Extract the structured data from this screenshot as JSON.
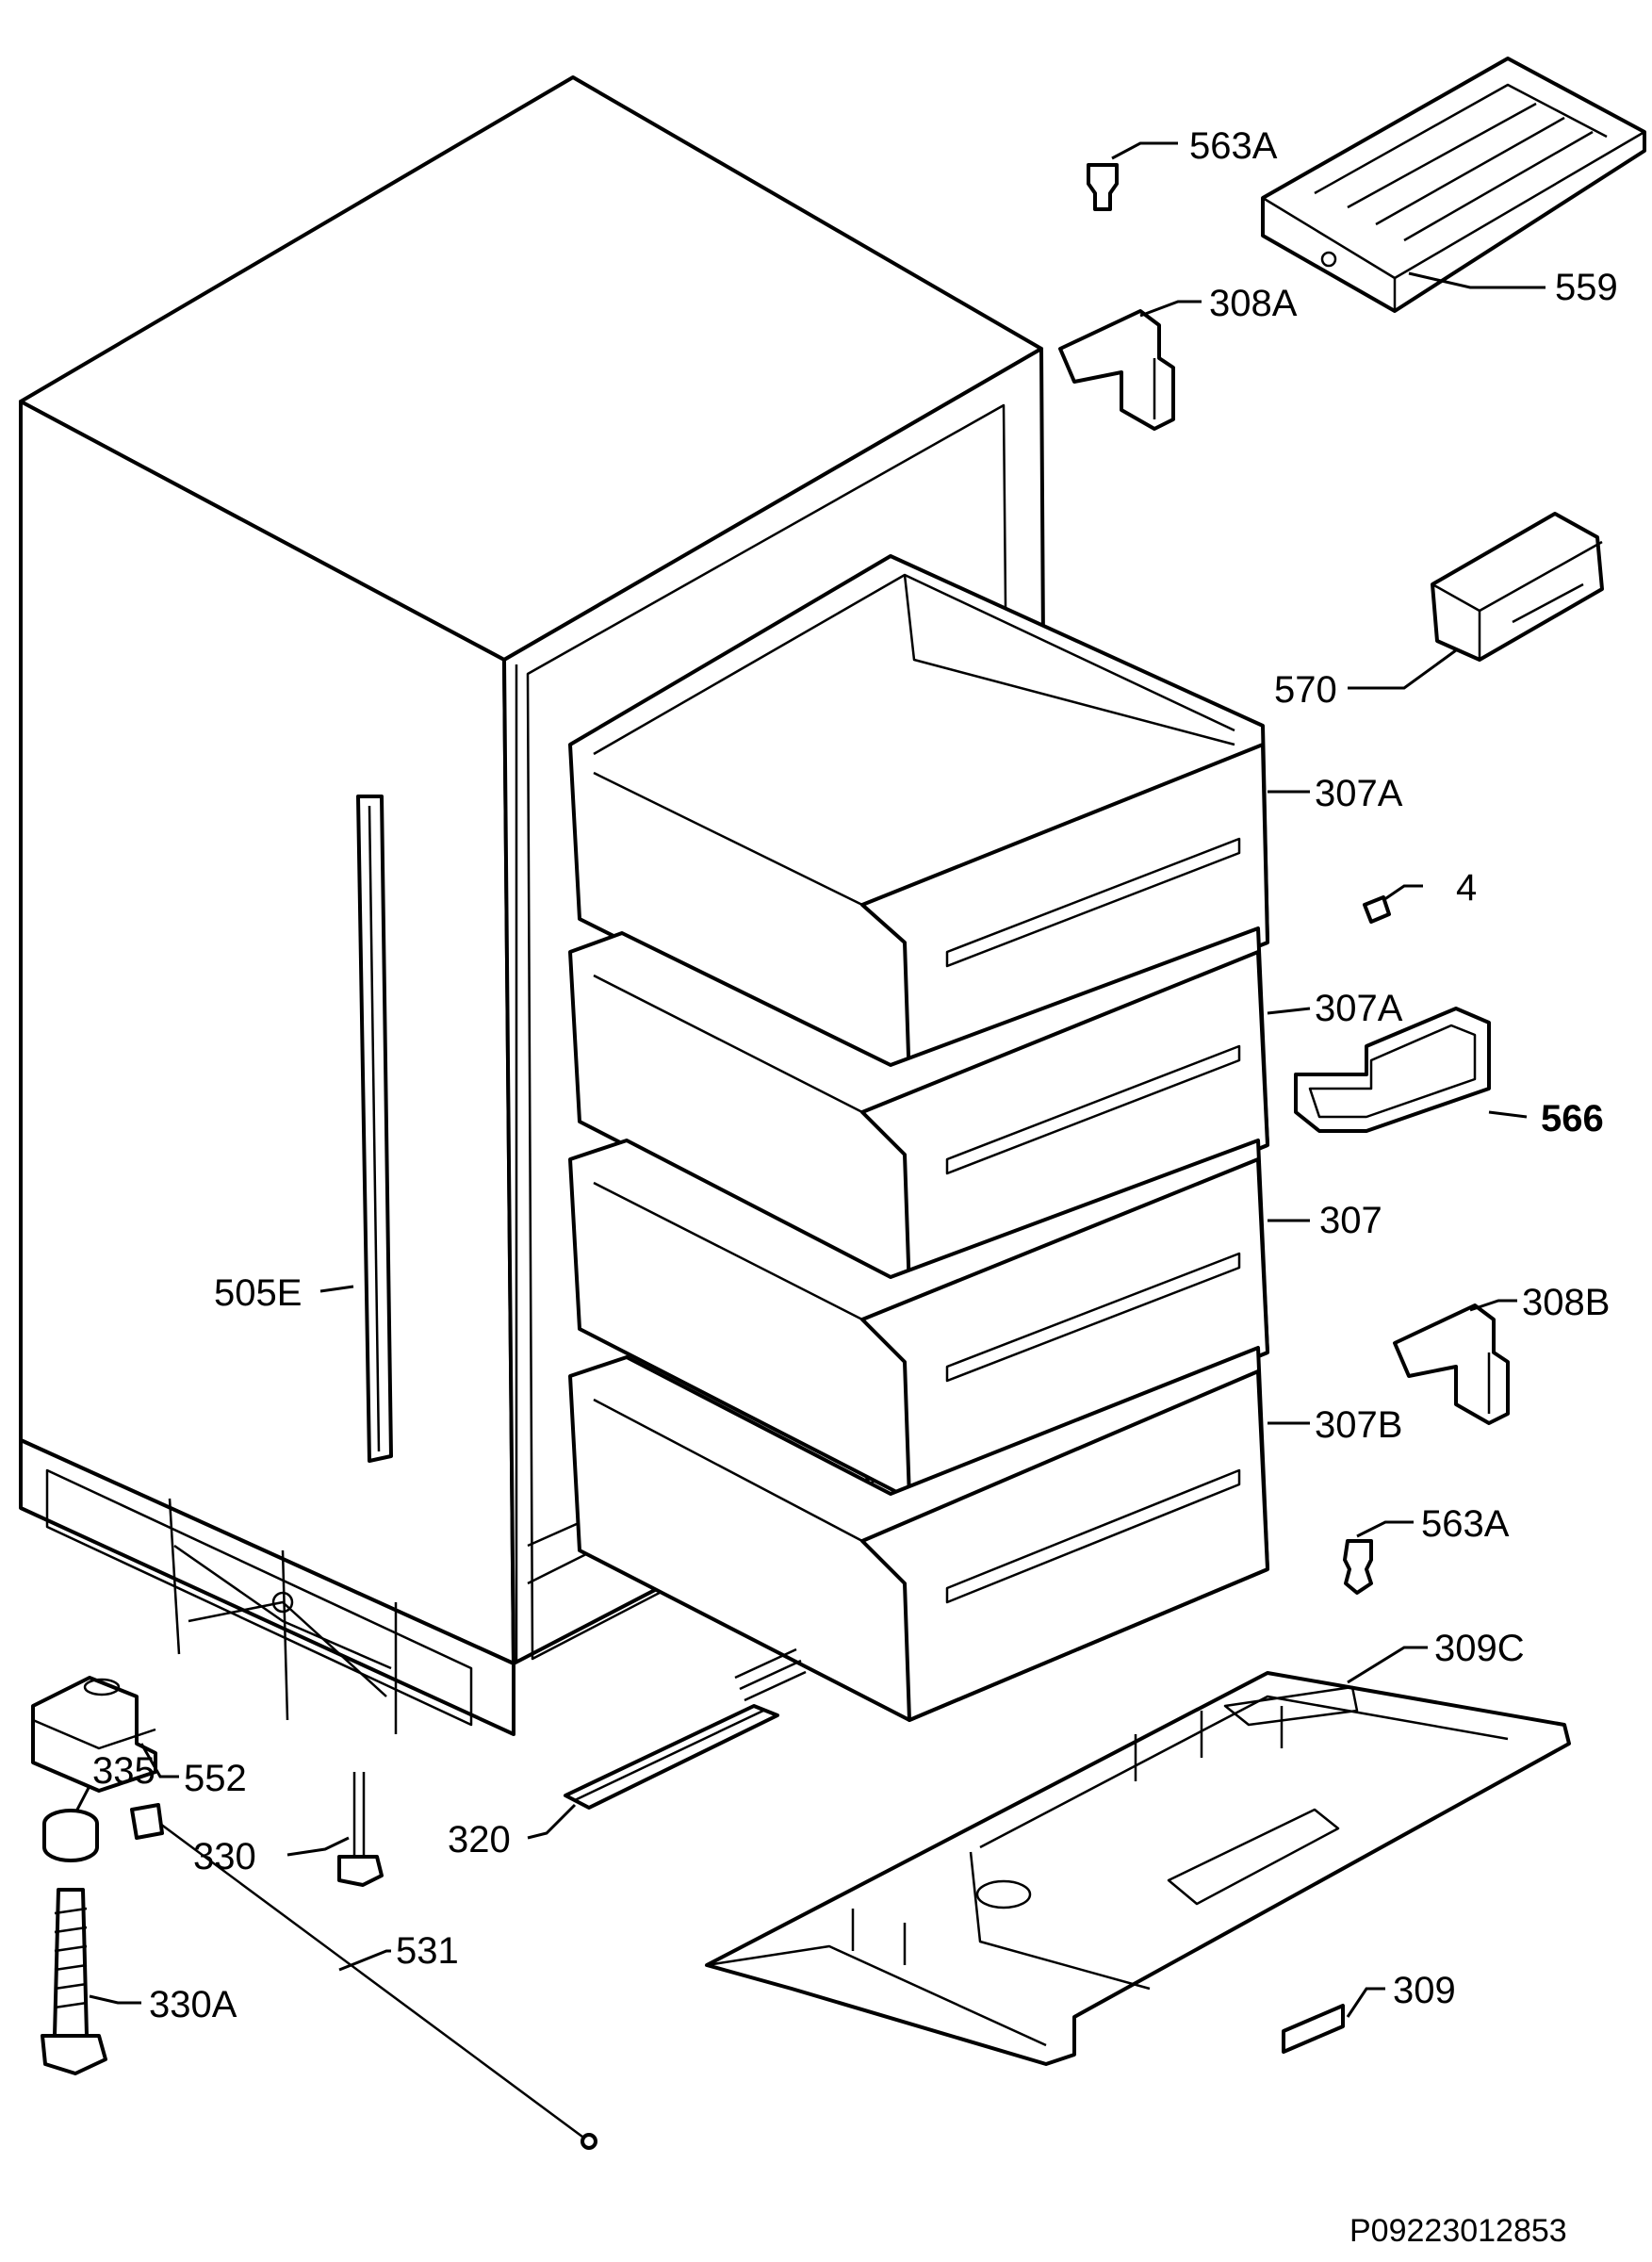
{
  "callouts": {
    "p563a_top": "563A",
    "p559": "559",
    "p308a": "308A",
    "p570": "570",
    "p307a_1": "307A",
    "p4": "4",
    "p307a_2": "307A",
    "p566": "566",
    "p307": "307",
    "p308b": "308B",
    "p505e": "505E",
    "p307b": "307B",
    "p563a_bottom": "563A",
    "p309c": "309C",
    "p552": "552",
    "p335": "335",
    "p330": "330",
    "p320": "320",
    "p531": "531",
    "p330a": "330A",
    "p309": "309"
  },
  "document_id": "P09223012853"
}
